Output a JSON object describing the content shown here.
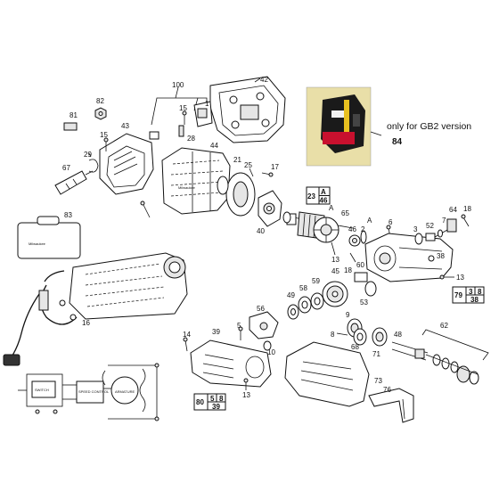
{
  "labels": {
    "l100": "100",
    "l42": "42",
    "l82": "82",
    "l81": "81",
    "l43": "43",
    "l15a": "15",
    "l15b": "15",
    "l28": "28",
    "l1": "1",
    "l44": "44",
    "l67": "67",
    "l29": "29",
    "l21": "21",
    "l25": "25",
    "l17": "17",
    "l83": "83",
    "l16": "16",
    "l40": "40",
    "l65": "65",
    "l6": "6",
    "l64": "64",
    "l18a": "18",
    "l7": "7",
    "l52": "52",
    "l2": "2",
    "l46": "46",
    "l3": "3",
    "l13a": "13",
    "l18b": "18",
    "l45": "45",
    "l60": "60",
    "l38": "38",
    "l13b": "13",
    "l49": "49",
    "l58": "58",
    "l59": "59",
    "l53": "53",
    "l56": "56",
    "l14": "14",
    "l39": "39",
    "l5": "5",
    "l10": "10",
    "l9": "9",
    "l8": "8",
    "l68": "68",
    "l48": "48",
    "l71": "71",
    "l62": "62",
    "l73": "73",
    "l13c": "13",
    "l76": "76",
    "lA1": "A",
    "lA2": "A"
  },
  "boxes": {
    "box23": {
      "main": "23",
      "top": "A",
      "bottom": "46"
    },
    "box79": {
      "main": "79",
      "top_left": "3",
      "top_right": "8",
      "bottom": "38"
    },
    "box80": {
      "main": "80",
      "top_left": "5",
      "top_right": "8",
      "bottom": "39"
    }
  },
  "photo": {
    "note": "only for GB2 version",
    "ref": "84"
  },
  "circuit": {
    "switch_label": "SWITCH",
    "speed_label": "SPEED CONTROL",
    "armature_label": "ARMATURE"
  },
  "logo": {
    "case_text": "Milwaukee",
    "motor_text": "Milwaukee"
  },
  "colors": {
    "line": "#111111",
    "photo_bg": "#e9dfa8",
    "plug_body": "#1a1a1a",
    "plug_red": "#c8102e",
    "fuse_yellow": "#e8c020"
  }
}
